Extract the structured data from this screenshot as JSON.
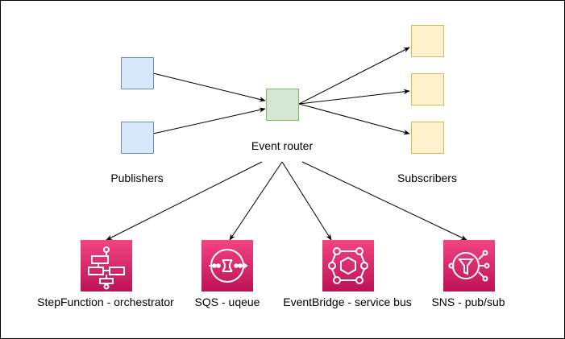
{
  "labels": {
    "event_router": "Event router",
    "publishers": "Publishers",
    "subscribers": "Subscribers"
  },
  "services": [
    {
      "label": "StepFunction - orchestrator",
      "icon": "step-functions-icon"
    },
    {
      "label": "SQS - uqeue",
      "icon": "sqs-icon"
    },
    {
      "label": "EventBridge - service bus",
      "icon": "eventbridge-icon"
    },
    {
      "label": "SNS - pub/sub",
      "icon": "sns-icon"
    }
  ],
  "colors": {
    "publisher_fill": "#dae8fc",
    "publisher_stroke": "#6c8ebf",
    "subscriber_fill": "#fff2cc",
    "subscriber_stroke": "#d6b656",
    "router_fill": "#d5e8d4",
    "router_stroke": "#82b366",
    "aws_pink": "#e7157b"
  }
}
